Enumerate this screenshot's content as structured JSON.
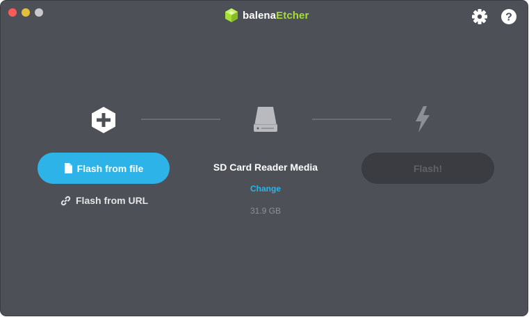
{
  "window": {
    "brand": {
      "part1": "balena",
      "part2": "Etcher"
    }
  },
  "toolbar": {
    "settings_icon": "gear-icon",
    "help_icon": "question-circle-icon"
  },
  "steps": {
    "source": {
      "icon": "plus-hexagon-icon",
      "flash_file_label": "Flash from file",
      "flash_url_label": "Flash from URL"
    },
    "target": {
      "icon": "drive-icon",
      "name": "SD Card Reader Media",
      "change_label": "Change",
      "size": "31.9 GB"
    },
    "flash": {
      "icon": "lightning-icon",
      "button_label": "Flash!"
    }
  },
  "colors": {
    "background": "#4d5057",
    "accent": "#2eb3e8",
    "brand_green": "#a5de37",
    "disabled_button": "#3a3c41"
  }
}
